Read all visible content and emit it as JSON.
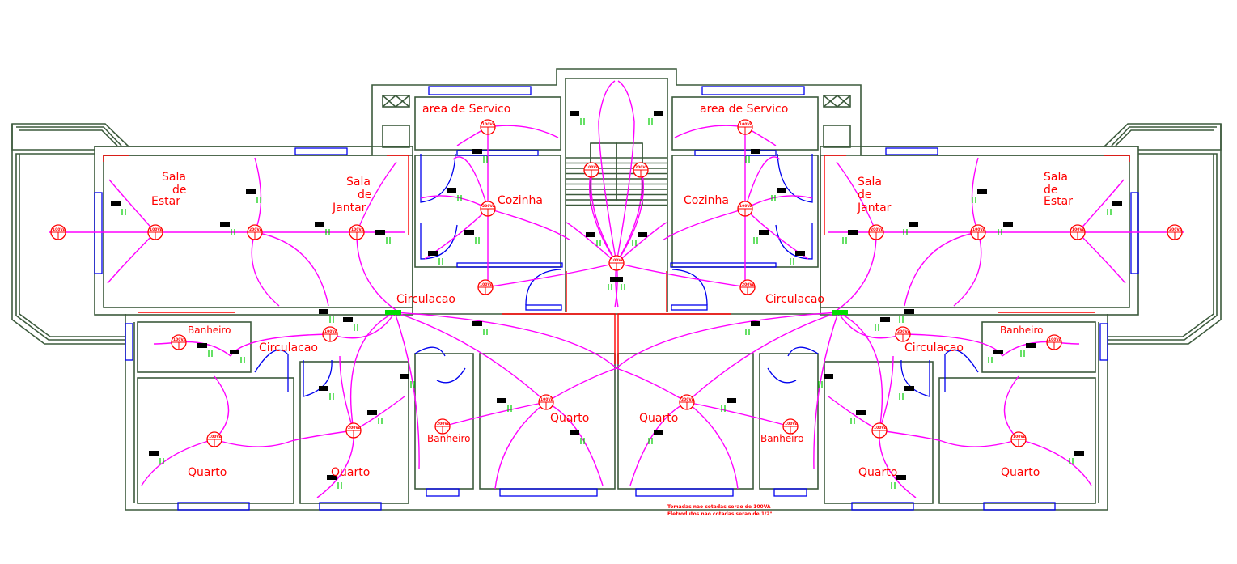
{
  "drawing": {
    "rooms": {
      "area_servico_left": "area de Servico",
      "area_servico_right": "area de Servico",
      "sala_estar_left": [
        "Sala",
        "de",
        "Estar"
      ],
      "sala_jantar_left": [
        "Sala",
        "de",
        "Jantar"
      ],
      "sala_jantar_right": [
        "Sala",
        "de",
        "Jantar"
      ],
      "sala_estar_right": [
        "Sala",
        "de",
        "Estar"
      ],
      "cozinha_left": "Cozinha",
      "cozinha_right": "Cozinha",
      "circulacao_top_left": "Circulacao",
      "circulacao_top_right": "Circulacao",
      "circulacao_left": "Circulacao",
      "circulacao_right": "Circulacao",
      "banheiro_left": "Banheiro",
      "banheiro_right": "Banheiro",
      "banheiro_center_left": "Banheiro",
      "banheiro_center_right": "Banheiro",
      "quarto_1": "Quarto",
      "quarto_2": "Quarto",
      "quarto_3": "Quarto",
      "quarto_4": "Quarto",
      "quarto_5": "Quarto",
      "quarto_6": "Quarto"
    },
    "fixture_label": "100VA",
    "fixture_label_alt": "200VA",
    "notes": [
      "Tomadas nao cotadas serao de 100VA",
      "Eletrodutos nao cotadas serao de 1/2\""
    ],
    "colors": {
      "walls": "#3c5a3c",
      "windows_doors": "#0000ee",
      "wiring": "#ff00ff",
      "outlets_labels": "#ff0000",
      "conduit_marks": "#00cc00"
    }
  }
}
